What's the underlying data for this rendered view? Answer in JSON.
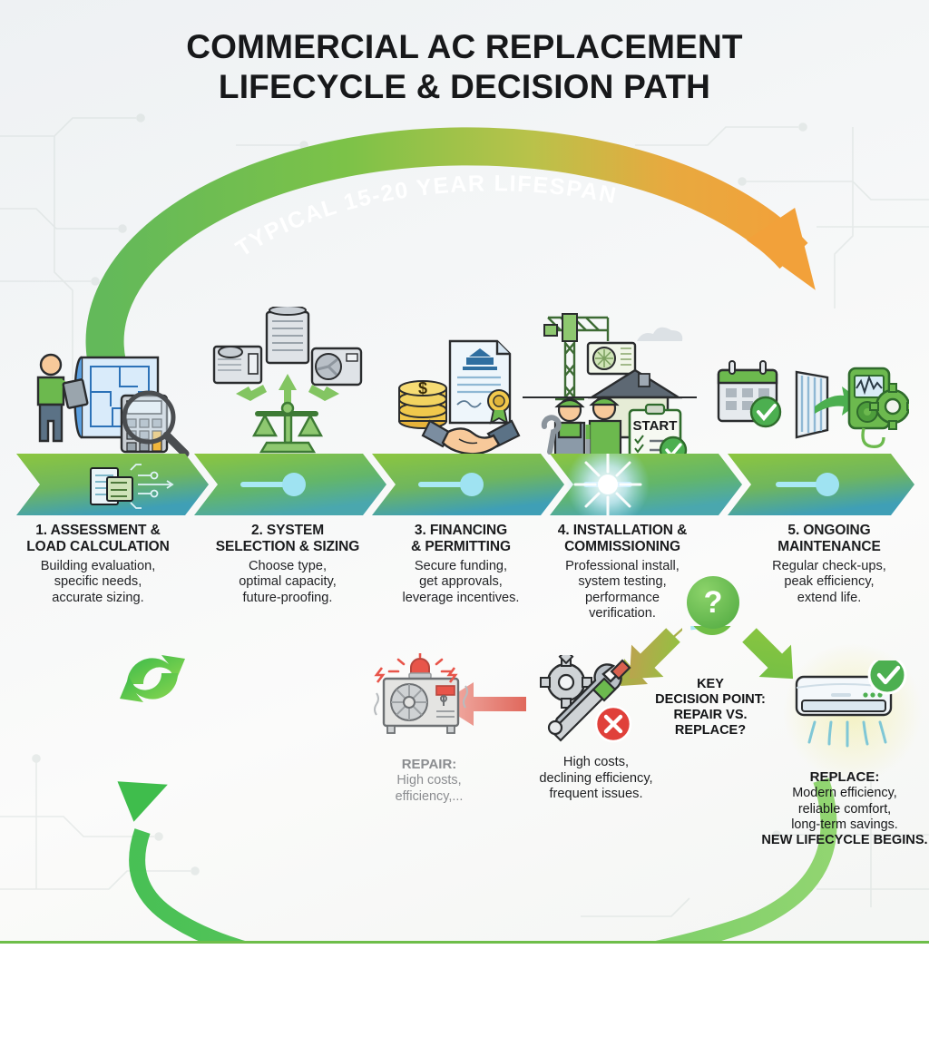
{
  "title": {
    "line1": "COMMERCIAL AC REPLACEMENT",
    "line2": "LIFECYCLE & DECISION PATH"
  },
  "arc": {
    "label": "TYPICAL 15-20 YEAR LIFESPAN",
    "start_color": "#5cb85c",
    "mid_color": "#8cc63f",
    "end_color": "#f0a33c"
  },
  "steps": [
    {
      "number": "1.",
      "heading": "1. ASSESSMENT &\nLOAD CALCULATION",
      "body": "Building evaluation,\nspecific needs,\naccurate sizing.",
      "icon": "blueprint-calculator-inspector-icon"
    },
    {
      "number": "2.",
      "heading": "2. SYSTEM\nSELECTION & SIZING",
      "body": "Choose type,\noptimal capacity,\nfuture-proofing.",
      "icon": "hvac-units-scales-icon"
    },
    {
      "number": "3.",
      "heading": "3. FINANCING\n& PERMITTING",
      "body": "Secure funding,\nget approvals,\nleverage incentives.",
      "icon": "coins-permit-handshake-icon"
    },
    {
      "number": "4.",
      "heading": "4. INSTALLATION &\nCOMMISSIONING",
      "body": "Professional install,\nsystem testing,\nperformance\nverification.",
      "icon": "crane-workers-checklist-icon"
    },
    {
      "number": "5.",
      "heading": "5. ONGOING\nMAINTENANCE",
      "body": "Regular check-ups,\npeak efficiency,\nextend life.",
      "icon": "calendar-filter-diagnostic-icon"
    }
  ],
  "banner": {
    "chevron_count": 5,
    "gradient_start": "#8cc63f",
    "gradient_end": "#3aa0b8",
    "node_color": "#7fe2f0",
    "install_label": "START"
  },
  "decision": {
    "label": "KEY\nDECISION POINT:\nREPAIR VS.\nREPLACE?",
    "question_mark": "?",
    "failing_system": {
      "body": "High costs,\ndeclining efficiency,\nfrequent issues.",
      "icon": "gear-wrench-error-icon"
    },
    "repair": {
      "heading": "REPAIR:",
      "body": "High costs,\nefficiency,...",
      "icon": "failing-ac-alarm-icon",
      "color": "#8b8d90"
    },
    "replace": {
      "heading": "REPLACE:",
      "body": "Modern efficiency,\nreliable comfort,\nlong-term savings.",
      "footer": "NEW LIFECYCLE BEGINS.",
      "icon": "new-minisplit-check-icon",
      "color": "#4caf50"
    },
    "recycle": {
      "icon": "recycle-loop-icon",
      "color": "#3fbd4c"
    }
  },
  "colors": {
    "green": "#6ebe4a",
    "green_dark": "#3d8b37",
    "teal": "#3aa0b8",
    "orange": "#f0a33c",
    "red": "#e06a5e",
    "grey": "#8b8d90",
    "ink": "#17181a"
  }
}
